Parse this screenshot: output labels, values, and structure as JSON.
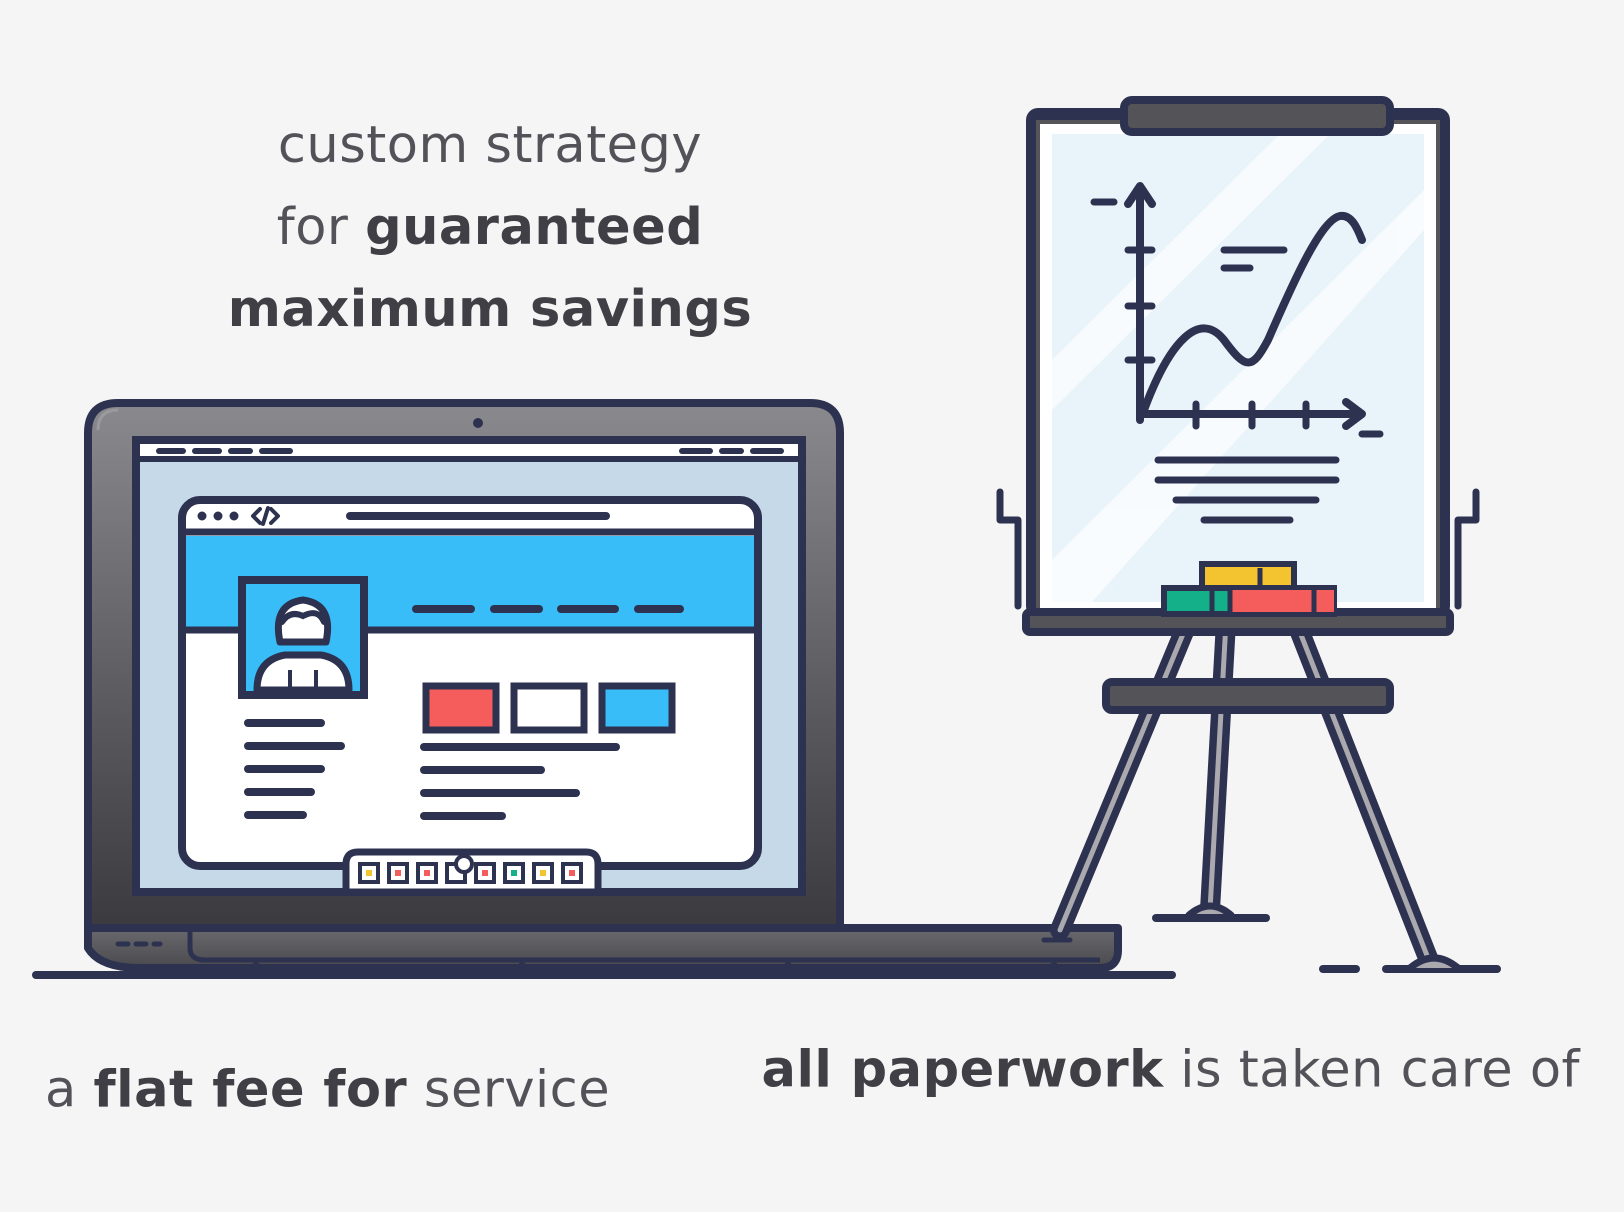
{
  "captions": {
    "strategy": {
      "line1": "custom strategy",
      "line2_light": "for ",
      "line2_bold": "guaranteed",
      "line3_bold": "maximum savings"
    },
    "fee": {
      "light1": "a ",
      "bold": "flat fee for",
      "light2": " service"
    },
    "paperwork": {
      "bold": "all paperwork",
      "light": " is taken care of"
    }
  },
  "colors": {
    "background": "#f5f5f6",
    "outline": "#2d3250",
    "blue": "#38bdf8",
    "red": "#f55d5d",
    "yellow": "#f4c430",
    "teal": "#14b08a",
    "screen": "#c5d9e8"
  },
  "icons": [
    "laptop-icon",
    "profile-page-icon",
    "user-avatar-icon",
    "flip-chart-easel-icon",
    "line-chart-icon",
    "markers-icon"
  ]
}
